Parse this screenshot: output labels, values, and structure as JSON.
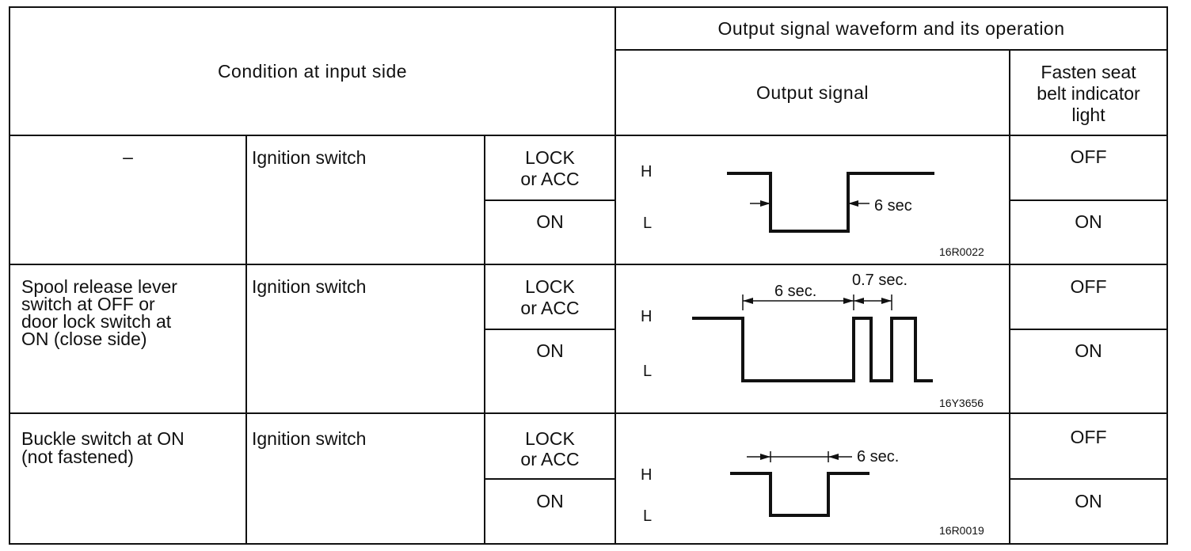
{
  "header": {
    "condition": "Condition at input side",
    "output_group": "Output signal waveform and its operation",
    "output_signal": "Output signal",
    "indicator_line1": "Fasten seat",
    "indicator_line2": "belt indicator",
    "indicator_line3": "light"
  },
  "rows": [
    {
      "condition": [
        "–"
      ],
      "switch": "Ignition switch",
      "pos1_line1": "LOCK",
      "pos1_line2": "or ACC",
      "pos2": "ON",
      "light1": "OFF",
      "light2": "ON",
      "wave": {
        "h": "H",
        "l": "L",
        "label1": "6 sec",
        "code": "16R0022"
      }
    },
    {
      "condition": [
        "Spool release lever",
        "switch at OFF or",
        "door lock switch at",
        "ON (close side)"
      ],
      "switch": "Ignition switch",
      "pos1_line1": "LOCK",
      "pos1_line2": "or ACC",
      "pos2": "ON",
      "light1": "OFF",
      "light2": "ON",
      "wave": {
        "h": "H",
        "l": "L",
        "label1": "6 sec.",
        "label2": "0.7 sec.",
        "code": "16Y3656"
      }
    },
    {
      "condition": [
        "Buckle switch at ON",
        "(not fastened)"
      ],
      "switch": "Ignition switch",
      "pos1_line1": "LOCK",
      "pos1_line2": "or ACC",
      "pos2": "ON",
      "light1": "OFF",
      "light2": "ON",
      "wave": {
        "h": "H",
        "l": "L",
        "label1": "6 sec.",
        "code": "16R0019"
      }
    }
  ]
}
